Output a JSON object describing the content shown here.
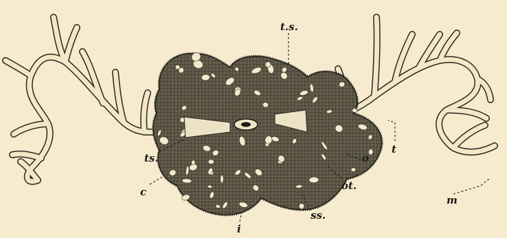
{
  "labels": {
    "ts_top": "t.s.",
    "ts_left": "ts.",
    "t": "t",
    "o": "o",
    "ot": "ot.",
    "ss": "ss.",
    "c": "c",
    "i": "i",
    "m": "m"
  },
  "colors": {
    "background": "#f6ebcf",
    "body": "#4a4536",
    "ink": "#1d1a14"
  }
}
